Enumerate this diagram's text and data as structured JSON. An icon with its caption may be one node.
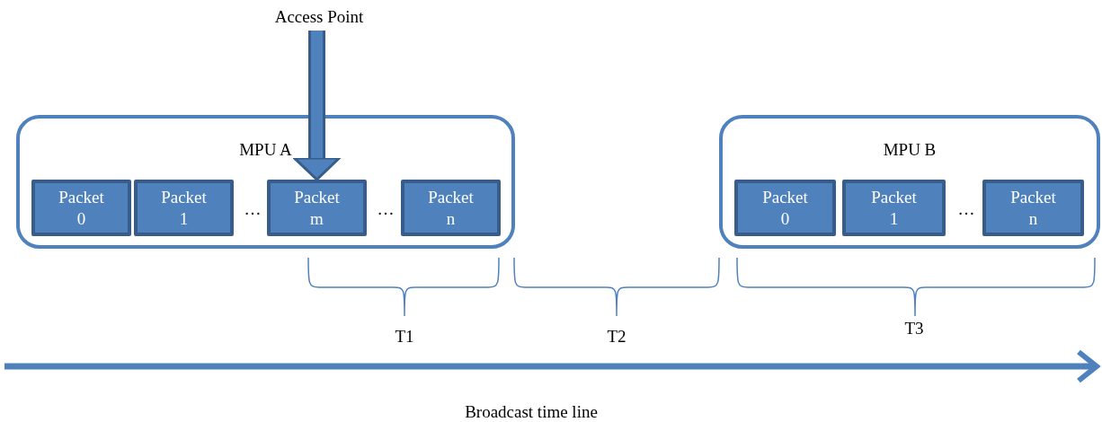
{
  "diagram": {
    "nodes": [
      {
        "text": [
          "Access Point"
        ]
      },
      {
        "text": [
          "MPU A"
        ]
      },
      {
        "text": [
          "Packet 0"
        ],
        "in": 1
      },
      {
        "text": [
          "Packet 1"
        ],
        "in": 1
      },
      {
        "text": [
          "Packet m"
        ],
        "in": 1
      },
      {
        "text": [
          "Packet n"
        ],
        "in": 1
      },
      {
        "text": [
          "MPU B"
        ]
      },
      {
        "text": [
          "Packet 0"
        ],
        "in": 6
      },
      {
        "text": [
          "Packet 1"
        ],
        "in": 6
      },
      {
        "text": [
          "Packet n"
        ],
        "in": 6
      }
    ],
    "edges": [
      {
        "from": 0,
        "to": 4,
        "arrow": "to"
      }
    ],
    "labels": [
      "…",
      "…",
      "…",
      "T1",
      "T2",
      "T3",
      "Broadcast time line"
    ]
  }
}
